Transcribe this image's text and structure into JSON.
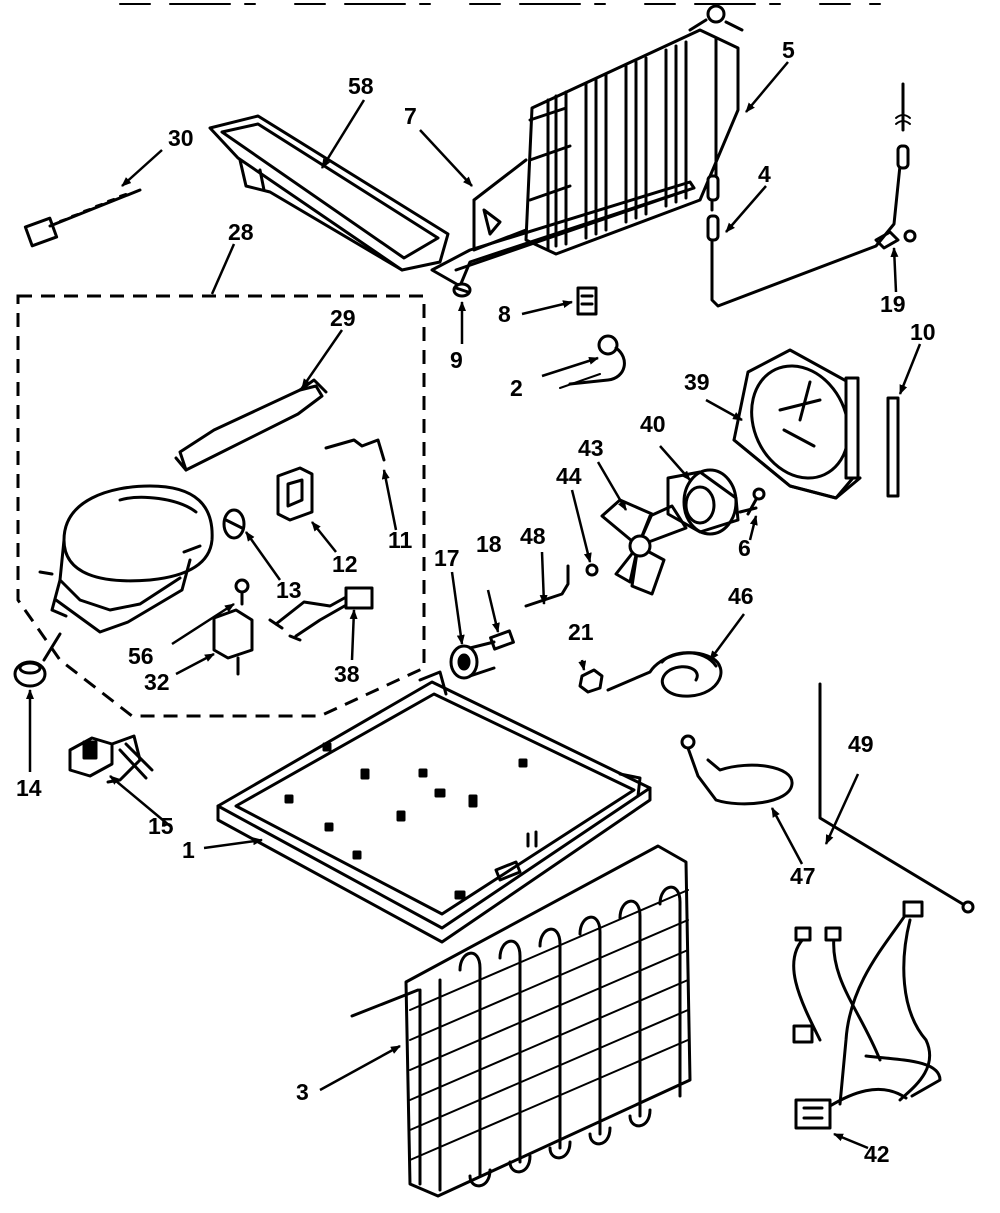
{
  "callouts": {
    "c1": "1",
    "c2": "2",
    "c3": "3",
    "c4": "4",
    "c5": "5",
    "c6": "6",
    "c7": "7",
    "c8": "8",
    "c9": "9",
    "c10": "10",
    "c11": "11",
    "c12": "12",
    "c13": "13",
    "c14": "14",
    "c15": "15",
    "c17": "17",
    "c18": "18",
    "c19": "19",
    "c21": "21",
    "c28": "28",
    "c29": "29",
    "c30": "30",
    "c32": "32",
    "c38": "38",
    "c39": "39",
    "c40": "40",
    "c42": "42",
    "c43": "43",
    "c44": "44",
    "c46": "46",
    "c47": "47",
    "c48": "48",
    "c49": "49",
    "c56": "56",
    "c58": "58"
  }
}
